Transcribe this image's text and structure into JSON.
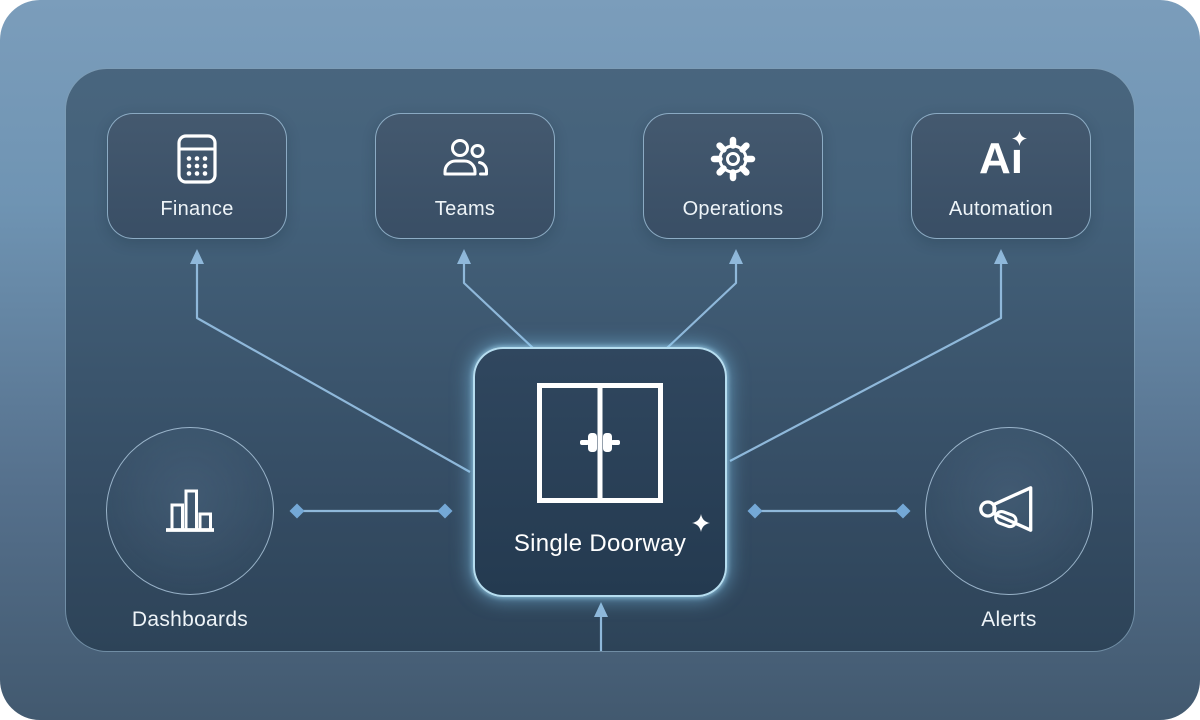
{
  "colors": {
    "connector_line": "#8fb8da",
    "connector_diamond": "#74a8d6",
    "card_border": "#a6c8e2",
    "center_glow": "#9ed8f2",
    "icon_stroke": "#ffffff",
    "label_text": "#eef4f8"
  },
  "icons": {
    "finance": "calculator-icon",
    "teams": "users-icon",
    "operations": "gear-icon",
    "automation": "ai-sparkle-icon",
    "doorway": "double-door-icon",
    "doorway_accent": "sparkle-icon",
    "dashboards": "bar-chart-icon",
    "alerts": "megaphone-icon"
  },
  "nodes": {
    "finance": {
      "label": "Finance"
    },
    "teams": {
      "label": "Teams"
    },
    "operations": {
      "label": "Operations"
    },
    "automation": {
      "label": "Automation",
      "badge": "Ai",
      "badge_display": "Aı"
    },
    "doorway": {
      "label": "Single Doorway"
    },
    "dashboards": {
      "label": "Dashboards"
    },
    "alerts": {
      "label": "Alerts"
    }
  }
}
